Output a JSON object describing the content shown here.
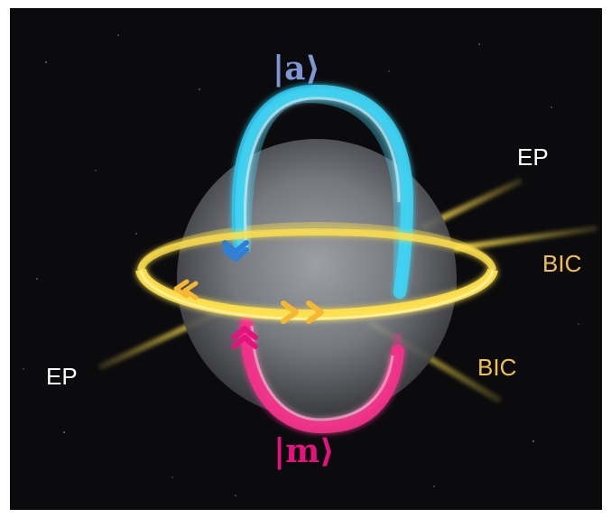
{
  "labels": {
    "ket_a": "|a⟩",
    "ket_m": "|m⟩",
    "ep_top_right": "EP",
    "bic_right": "BIC",
    "bic_lower_right": "BIC",
    "ep_left": "EP"
  },
  "colors": {
    "background": "#0b0b0d",
    "sphere": "#8e9196",
    "ring_equator": "#ffe14d",
    "loop_a": "#3fd4f5",
    "loop_m": "#f0338a",
    "arrow_a": "#2f7fd6",
    "arrow_m": "#e2137a",
    "arrow_equator": "#f5b833",
    "ket_a_text": "#7e96d4",
    "ket_m_text": "#e2137a",
    "ep_text": "#ffffff",
    "bic_text": "#f5c04a"
  },
  "icons": {
    "arrow_a": "double-chevron-down-icon",
    "arrow_m": "double-chevron-up-icon",
    "arrow_equator_left": "double-chevron-left-icon",
    "arrow_equator_right": "double-chevron-right-icon"
  }
}
